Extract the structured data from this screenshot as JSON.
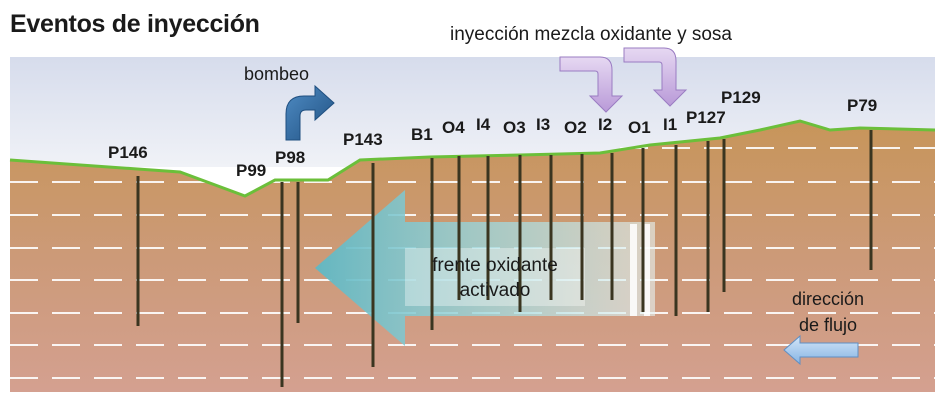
{
  "title": "Eventos de inyección",
  "injection_label": "inyección mezcla oxidante y sosa",
  "pumping_label": "bombeo",
  "front_label_line1": "frente oxidante",
  "front_label_line2": "activado",
  "flow_label_line1": "dirección",
  "flow_label_line2": "de flujo",
  "wells": [
    "P146",
    "P99",
    "P98",
    "P143",
    "B1",
    "O4",
    "I4",
    "O3",
    "I3",
    "O2",
    "I2",
    "O1",
    "I1",
    "P127",
    "P129",
    "P79"
  ],
  "colors": {
    "sky_top": "#d6dcec",
    "sky_bottom": "#f0f2f7",
    "ground_top": "#c7955a",
    "ground_bottom": "#d4a090",
    "surface_line": "#6bbf3a",
    "well_line": "#3a3520",
    "pump_arrow": "#2d6fa8",
    "injection_arrow": "#c8aee0",
    "front_arrow": "#7ec6c8",
    "flow_arrow": "#9cc4ec"
  }
}
